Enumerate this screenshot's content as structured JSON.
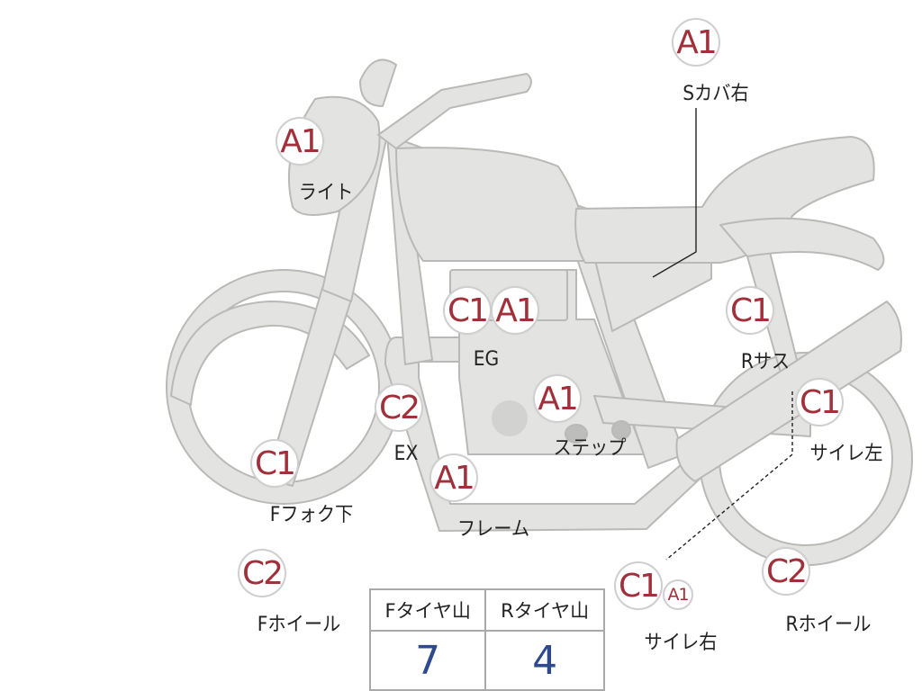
{
  "colors": {
    "bike_fill": "#e3e3e1",
    "bike_stroke": "#b9b9b7",
    "grade_text": "#a1303a",
    "tire_value_text": "#2e4a8c"
  },
  "points": {
    "s_cover_right": {
      "grade": "A1",
      "label": "Sカバ右"
    },
    "light": {
      "grade": "A1",
      "label": "ライト"
    },
    "eg": {
      "grade_1": "C1",
      "grade_2": "A1",
      "label": "EG"
    },
    "r_sus": {
      "grade": "C1",
      "label": "Rサス"
    },
    "ex": {
      "grade": "C2",
      "label": "EX"
    },
    "step": {
      "grade": "A1",
      "label": "ステップ"
    },
    "silencer_left": {
      "grade": "C1",
      "label": "サイレ左"
    },
    "f_fork_lower": {
      "grade": "C1",
      "label": "Fフォク下"
    },
    "frame": {
      "grade": "A1",
      "label": "フレーム"
    },
    "silencer_right": {
      "grade_1": "C1",
      "grade_2": "A1",
      "label": "サイレ右"
    },
    "f_wheel": {
      "grade": "C2",
      "label": "Fホイール"
    },
    "r_wheel": {
      "grade": "C2",
      "label": "Rホイール"
    }
  },
  "tire_table": {
    "headers": [
      "Fタイヤ山",
      "Rタイヤ山"
    ],
    "values": [
      "7",
      "4"
    ]
  }
}
